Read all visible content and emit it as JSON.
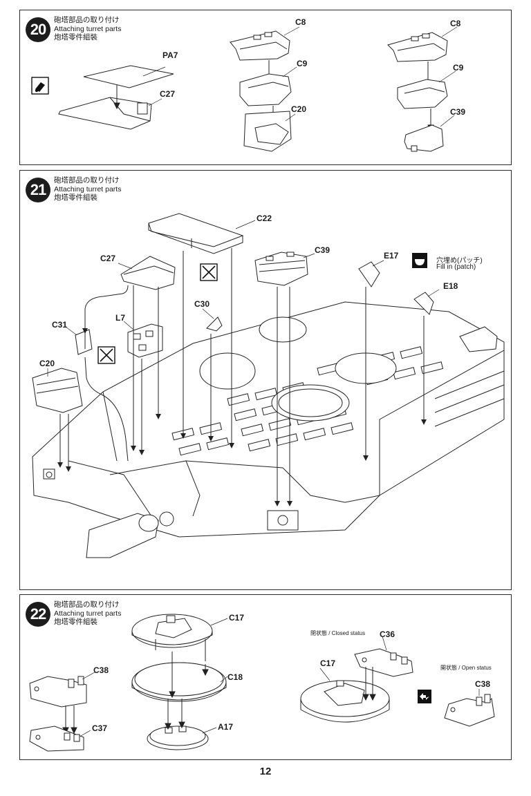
{
  "page_number": "12",
  "steps": [
    {
      "number": "20",
      "title_jp": "砲塔部品の取り付け",
      "title_en": "Attaching turret parts",
      "title_cn": "炮塔零件組裝",
      "labels": {
        "pa7": "PA7",
        "c27": "C27",
        "c8a": "C8",
        "c9a": "C9",
        "c20": "C20",
        "c8b": "C8",
        "c9b": "C9",
        "c39": "C39"
      },
      "icons": [
        "cement-icon"
      ]
    },
    {
      "number": "21",
      "title_jp": "砲塔部品の取り付け",
      "title_en": "Attaching turret parts",
      "title_cn": "炮塔零件組裝",
      "labels": {
        "c22": "C22",
        "c27": "C27",
        "c39": "C39",
        "e17": "E17",
        "e18": "E18",
        "c30": "C30",
        "l7": "L7",
        "c31": "C31",
        "c20": "C20"
      },
      "patch_note_jp": "穴埋め(パッチ)",
      "patch_note_en": "Fill in (patch)",
      "icons": [
        "fill-in-patch-icon",
        "cut-off-icon",
        "cut-off-icon"
      ]
    },
    {
      "number": "22",
      "title_jp": "砲塔部品の取り付け",
      "title_en": "Attaching turret parts",
      "title_cn": "炮塔零件組裝",
      "labels": {
        "c17a": "C17",
        "c18": "C18",
        "a17": "A17",
        "c38a": "C38",
        "c37": "C37",
        "c36": "C36",
        "c17b": "C17",
        "c38b": "C38"
      },
      "closed_status": "閉状態 / Closed status",
      "open_status": "開状態 / Open status",
      "icons": [
        "alternative-positions-icon"
      ]
    }
  ]
}
